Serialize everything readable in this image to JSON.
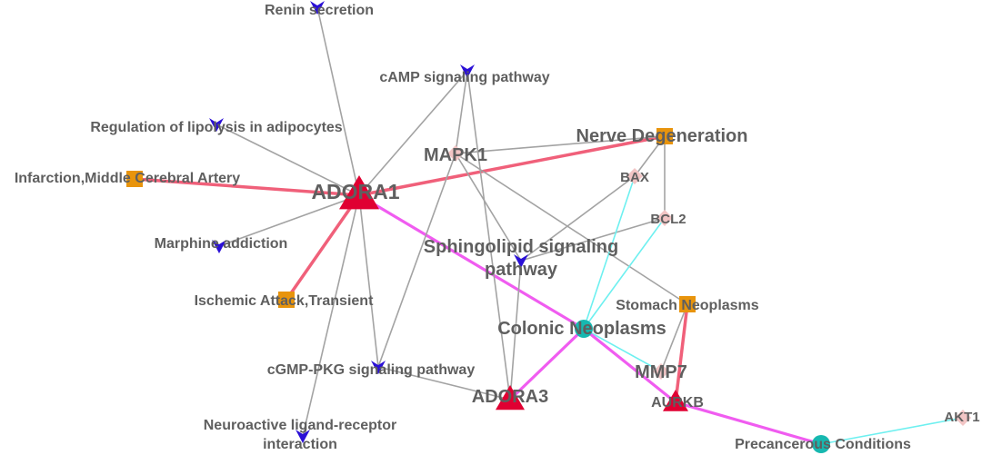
{
  "colors": {
    "edge_default": "#a3a3a3",
    "edge_red": "#f0607a",
    "edge_magenta": "#f05cf0",
    "edge_cyan": "#6ef0f0",
    "pathway_node": "#2a0fd6",
    "disease_node": "#e8940c",
    "target_node": "#e00032",
    "gene_node": "#f2c5c5",
    "condition_node": "#17b8b0",
    "label_text": "#5f5f5f"
  },
  "nodes": [
    {
      "id": "renin",
      "label": "Renin secretion",
      "shape": "pathway-arrow-icon"
    },
    {
      "id": "camp",
      "label": "cAMP signaling pathway",
      "shape": "pathway-arrow-icon"
    },
    {
      "id": "lipolysis",
      "label": "Regulation of lipolysis in adipocytes",
      "shape": "pathway-arrow-icon"
    },
    {
      "id": "morphine",
      "label": "Marphine addiction",
      "shape": "pathway-arrow-icon"
    },
    {
      "id": "sphingolipid",
      "label_lines": [
        "Sphingolipid signaling",
        "pathway"
      ],
      "shape": "pathway-arrow-icon"
    },
    {
      "id": "cgmp",
      "label": "cGMP-PKG signaling pathway",
      "shape": "pathway-arrow-icon"
    },
    {
      "id": "neuroactive",
      "label_lines": [
        "Neuroactive ligand-receptor",
        "interaction"
      ],
      "shape": "pathway-arrow-icon"
    },
    {
      "id": "infarction",
      "label": "Infarction,Middle Cerebral Artery",
      "shape": "square-icon"
    },
    {
      "id": "ischemic",
      "label": "Ischemic Attack,Transient",
      "shape": "square-icon"
    },
    {
      "id": "nerve",
      "label": "Nerve Degeneration",
      "shape": "square-icon"
    },
    {
      "id": "stomach",
      "label": "Stomach Neoplasms",
      "shape": "square-icon"
    },
    {
      "id": "adora1",
      "label": "ADORA1",
      "shape": "triangle-icon"
    },
    {
      "id": "adora3",
      "label": "ADORA3",
      "shape": "triangle-icon"
    },
    {
      "id": "aurkb",
      "label": "AURKB",
      "shape": "triangle-icon"
    },
    {
      "id": "mapk1",
      "label": "MAPK1",
      "shape": "diamond-icon"
    },
    {
      "id": "bax",
      "label": "BAX",
      "shape": "diamond-icon"
    },
    {
      "id": "bcl2",
      "label": "BCL2",
      "shape": "diamond-icon"
    },
    {
      "id": "mmp7",
      "label": "MMP7",
      "shape": "diamond-icon"
    },
    {
      "id": "akt1",
      "label": "AKT1",
      "shape": "diamond-icon"
    },
    {
      "id": "colonic",
      "label": "Colonic Neoplasms",
      "shape": "circle-icon"
    },
    {
      "id": "precancerous",
      "label": "Precancerous Conditions",
      "shape": "circle-icon"
    }
  ],
  "edges": [
    {
      "source": "adora1",
      "target": "renin",
      "kind": "default"
    },
    {
      "source": "adora1",
      "target": "camp",
      "kind": "default"
    },
    {
      "source": "adora1",
      "target": "lipolysis",
      "kind": "default"
    },
    {
      "source": "adora1",
      "target": "morphine",
      "kind": "default"
    },
    {
      "source": "adora1",
      "target": "cgmp",
      "kind": "default"
    },
    {
      "source": "adora1",
      "target": "neuroactive",
      "kind": "default"
    },
    {
      "source": "adora1",
      "target": "infarction",
      "kind": "red"
    },
    {
      "source": "adora1",
      "target": "ischemic",
      "kind": "red"
    },
    {
      "source": "adora1",
      "target": "nerve",
      "kind": "red"
    },
    {
      "source": "adora1",
      "target": "colonic",
      "kind": "magenta"
    },
    {
      "source": "camp",
      "target": "mapk1",
      "kind": "default"
    },
    {
      "source": "camp",
      "target": "adora3",
      "kind": "default"
    },
    {
      "source": "mapk1",
      "target": "nerve",
      "kind": "default"
    },
    {
      "source": "mapk1",
      "target": "sphingolipid",
      "kind": "default"
    },
    {
      "source": "mapk1",
      "target": "cgmp",
      "kind": "default"
    },
    {
      "source": "mapk1",
      "target": "stomach",
      "kind": "default"
    },
    {
      "source": "nerve",
      "target": "bax",
      "kind": "default"
    },
    {
      "source": "nerve",
      "target": "bcl2",
      "kind": "default"
    },
    {
      "source": "bax",
      "target": "sphingolipid",
      "kind": "default"
    },
    {
      "source": "bcl2",
      "target": "sphingolipid",
      "kind": "default"
    },
    {
      "source": "sphingolipid",
      "target": "adora3",
      "kind": "default"
    },
    {
      "source": "adora3",
      "target": "cgmp",
      "kind": "default"
    },
    {
      "source": "adora3",
      "target": "colonic",
      "kind": "magenta"
    },
    {
      "source": "colonic",
      "target": "bax",
      "kind": "cyan"
    },
    {
      "source": "colonic",
      "target": "bcl2",
      "kind": "cyan"
    },
    {
      "source": "colonic",
      "target": "mmp7",
      "kind": "cyan"
    },
    {
      "source": "colonic",
      "target": "aurkb",
      "kind": "magenta"
    },
    {
      "source": "stomach",
      "target": "mmp7",
      "kind": "default"
    },
    {
      "source": "stomach",
      "target": "aurkb",
      "kind": "red"
    },
    {
      "source": "aurkb",
      "target": "precancerous",
      "kind": "magenta"
    },
    {
      "source": "precancerous",
      "target": "akt1",
      "kind": "cyan"
    }
  ]
}
